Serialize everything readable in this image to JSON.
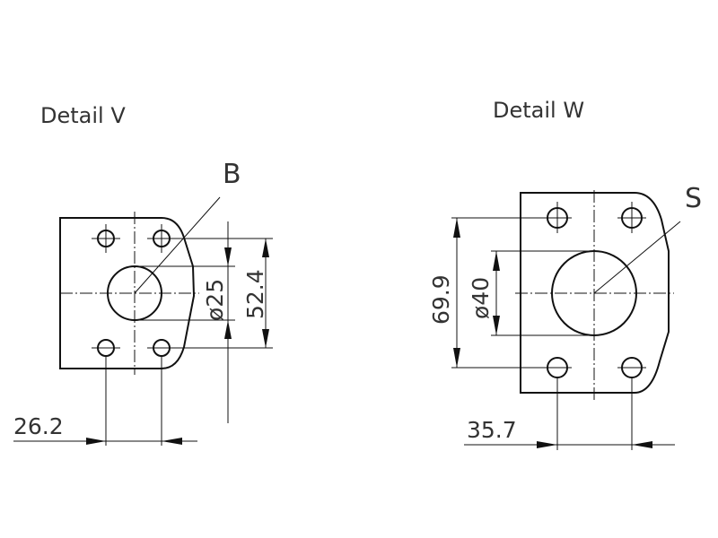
{
  "detail_v": {
    "title": "Detail V",
    "port_label": "B",
    "bore_dim": "ø25",
    "vertical_spacing_dim": "52.4",
    "horizontal_spacing_dim": "26.2"
  },
  "detail_w": {
    "title": "Detail W",
    "port_label": "S",
    "bore_dim": "ø40",
    "vertical_spacing_dim": "69.9",
    "horizontal_spacing_dim": "35.7"
  }
}
